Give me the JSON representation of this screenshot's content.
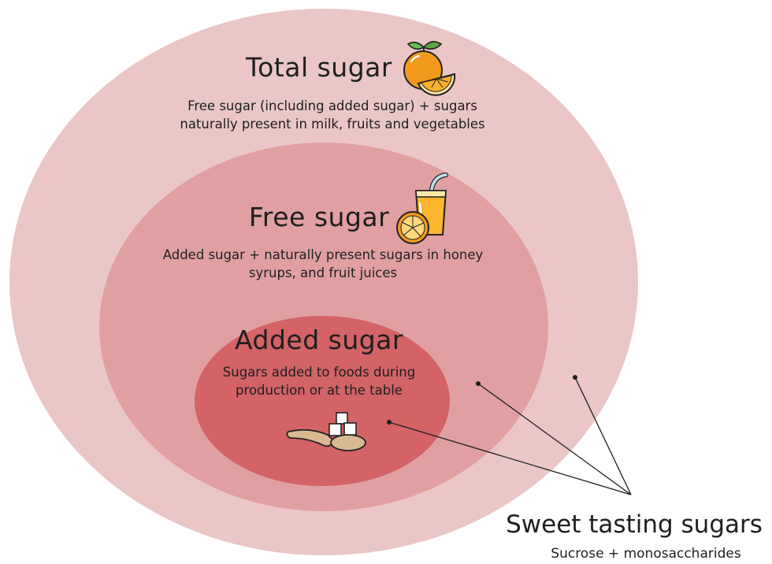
{
  "total": {
    "title": "Total sugar",
    "description_line1": "Free sugar (including added sugar) + sugars",
    "description_line2": "naturally present in milk, fruits and vegetables",
    "color": "#ebc6c6",
    "icon": "orange-icon"
  },
  "free": {
    "title": "Free sugar",
    "description_line1": "Added sugar + naturally present sugars in honey",
    "description_line2": "syrups, and fruit juices",
    "color": "#e0a0a2",
    "icon": "juice-glass-icon"
  },
  "added": {
    "title": "Added sugar",
    "description_line1": "Sugars added to foods during",
    "description_line2": "production or at the table",
    "color": "#d36365",
    "icon": "sugar-spoon-icon"
  },
  "sweet": {
    "title": "Sweet tasting sugars",
    "subtitle": "Sucrose + monosaccharides"
  }
}
